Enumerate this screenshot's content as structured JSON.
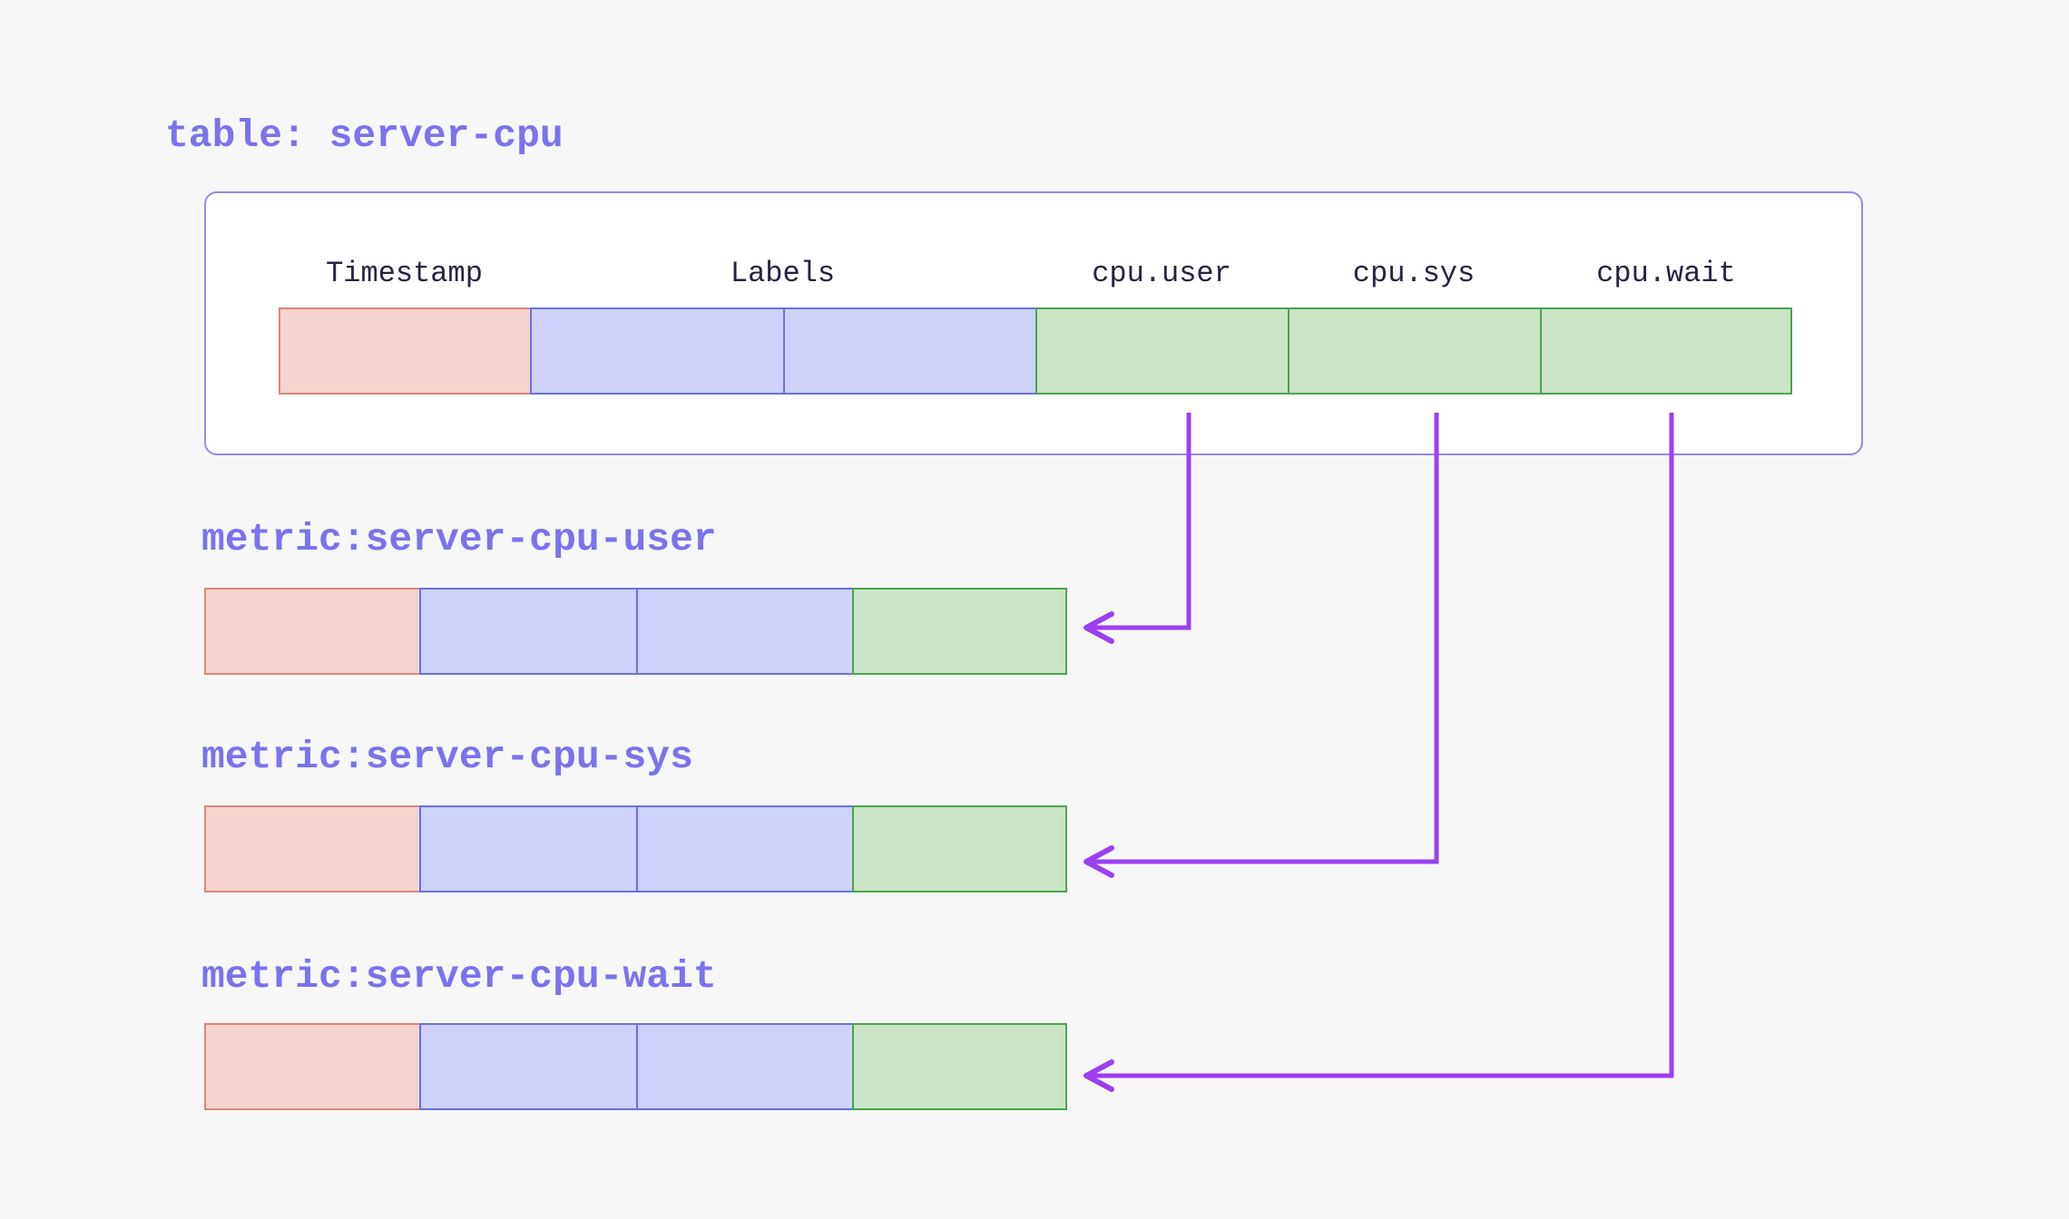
{
  "table": {
    "title": "table: server-cpu",
    "column_headers": [
      "Timestamp",
      "Labels",
      "cpu.user",
      "cpu.sys",
      "cpu.wait"
    ],
    "cell_types": [
      "timestamp",
      "labels",
      "labels",
      "value",
      "value",
      "value"
    ]
  },
  "metrics": [
    {
      "label": "metric:server-cpu-user",
      "source_column": "cpu.user"
    },
    {
      "label": "metric:server-cpu-sys",
      "source_column": "cpu.sys"
    },
    {
      "label": "metric:server-cpu-wait",
      "source_column": "cpu.wait"
    }
  ],
  "colors": {
    "background": "#f7f7f8",
    "card_background": "#ffffff",
    "card_border": "#8f8cf1",
    "title_text": "#7b72ee",
    "header_text": "#2a2142",
    "timestamp_fill": "#f5d4d0",
    "timestamp_border": "#e2837b",
    "labels_fill": "#cfd2fa",
    "labels_border": "#6a70e8",
    "value_fill": "#cbe4c8",
    "value_border": "#4da44d",
    "arrow": "#9c3ff0"
  }
}
